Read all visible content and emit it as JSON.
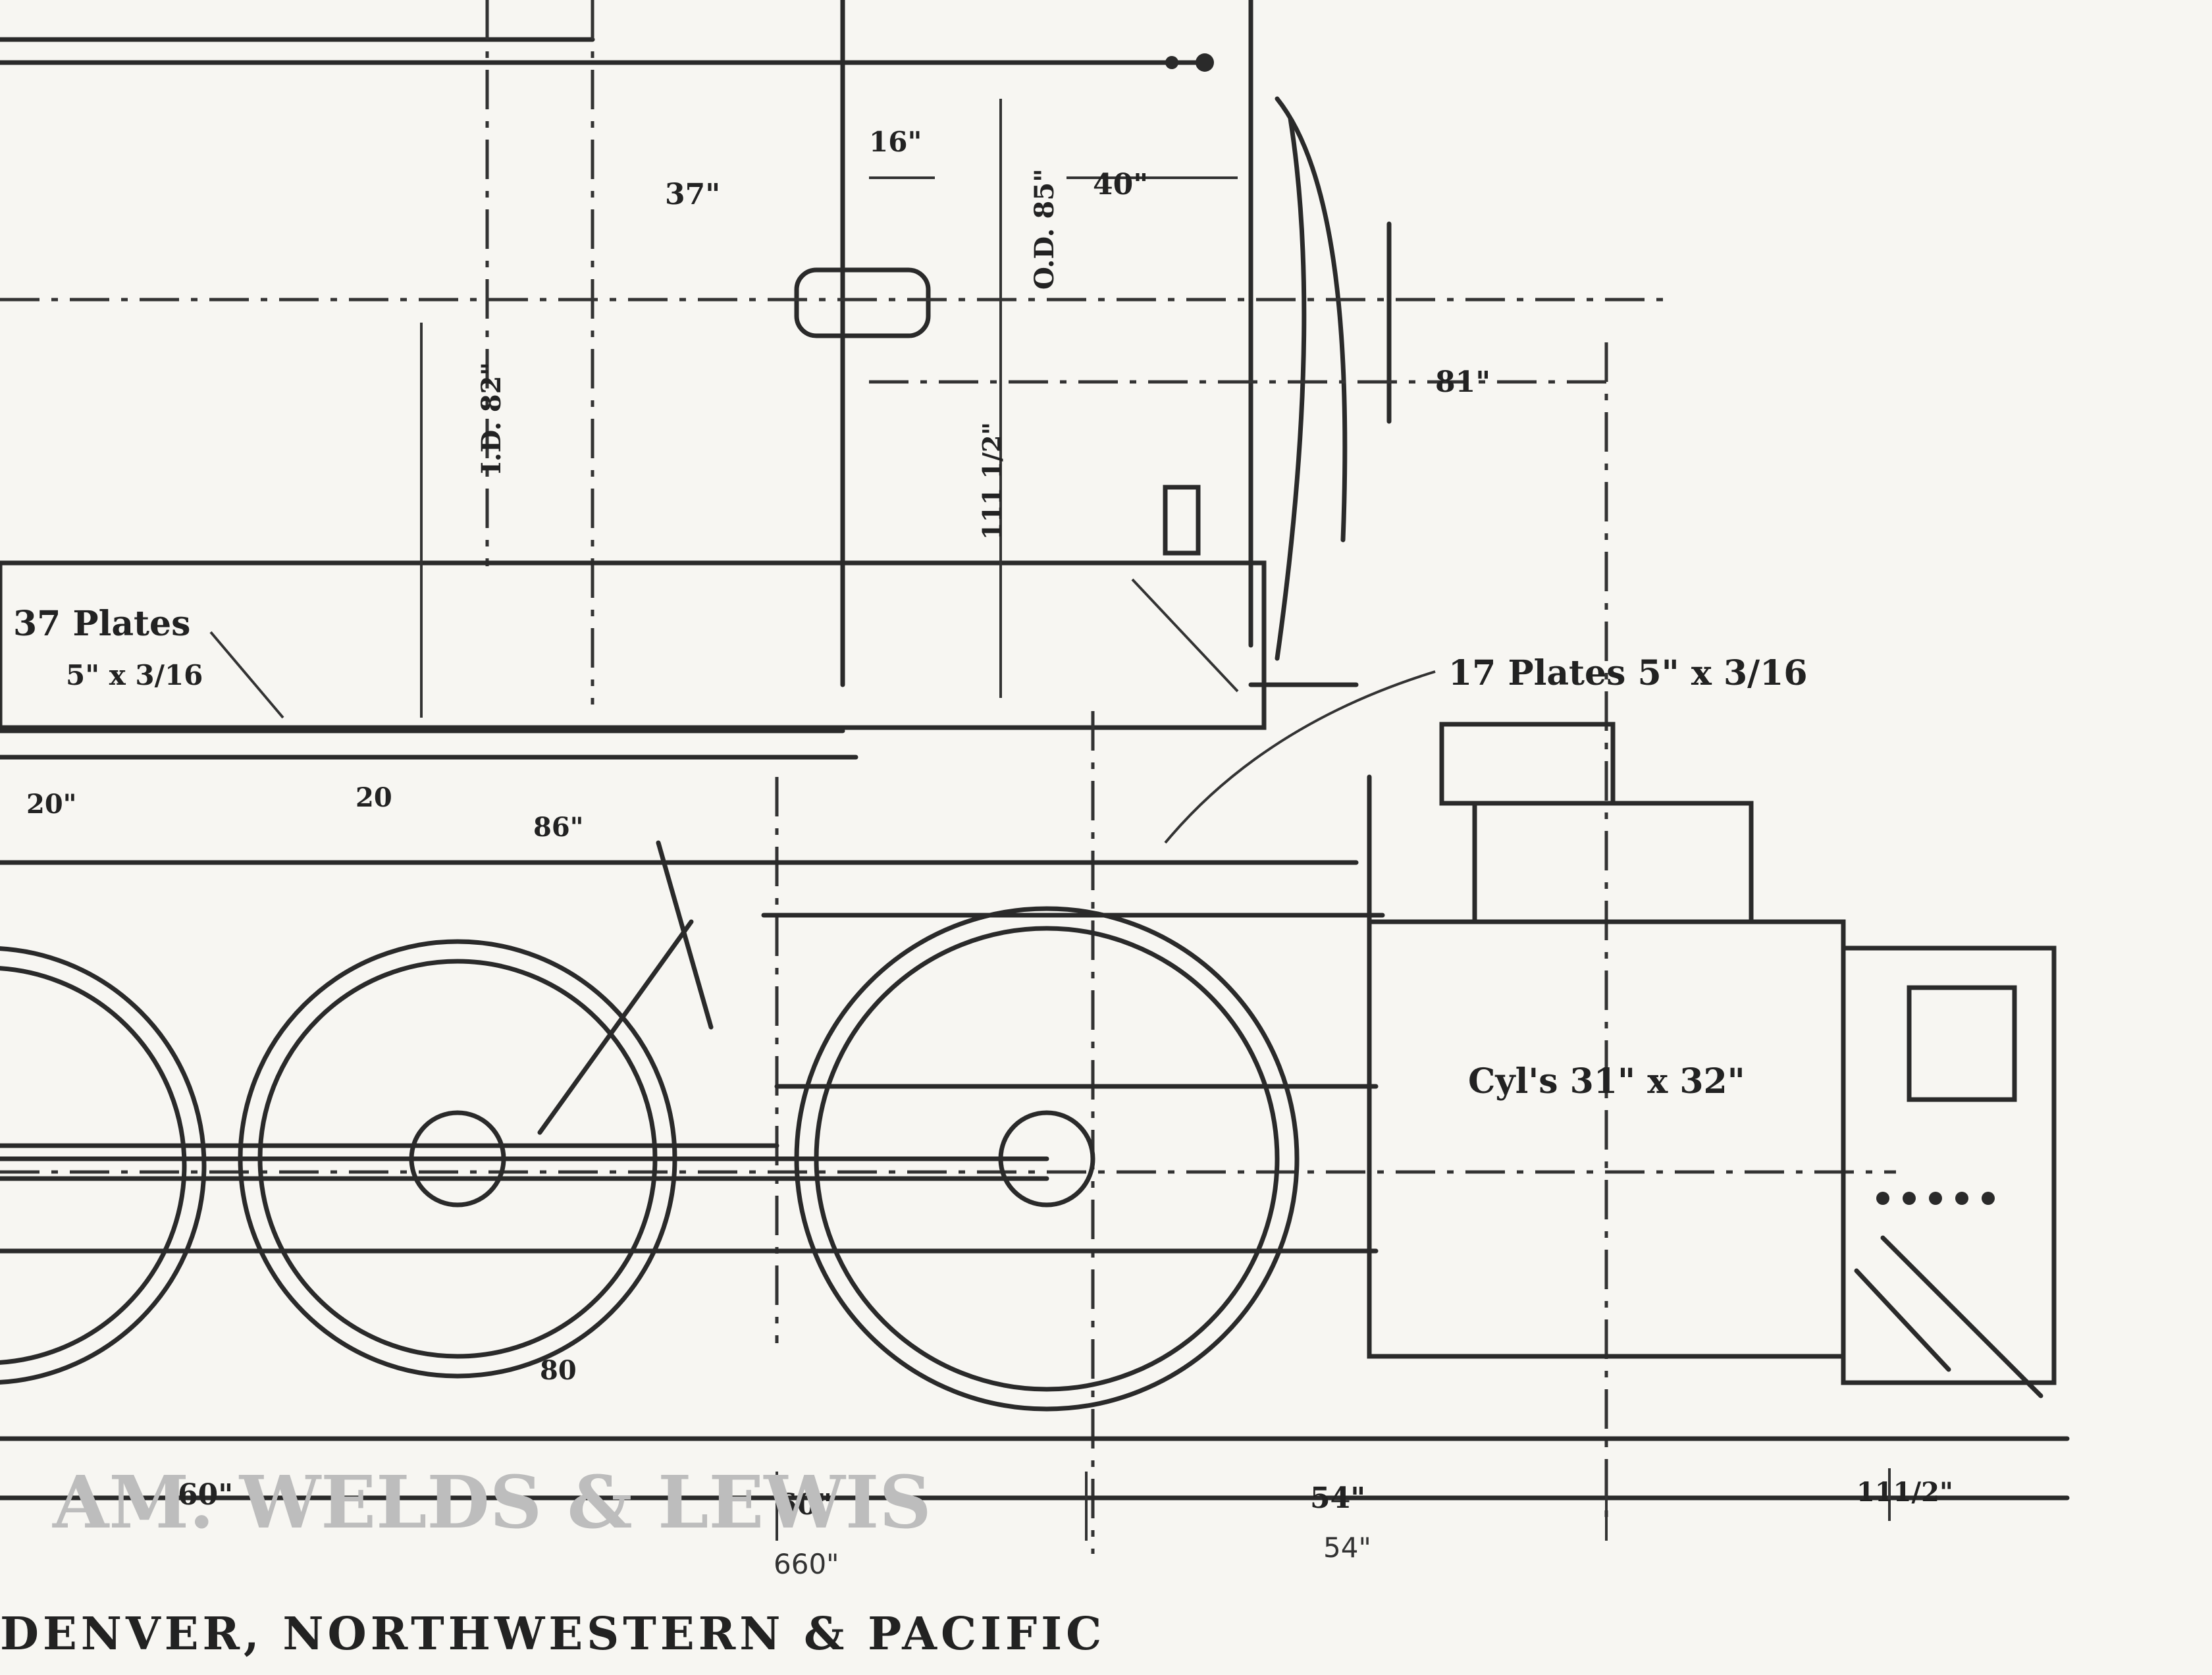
{
  "colors": {
    "ink": "#2a2a2a",
    "paper": "#f7f6f2",
    "ghost": "#bdbdbd"
  },
  "labels": {
    "plates_left_a": "37 Plates",
    "plates_left_b": "5\" x 3/16",
    "plates_right": "17 Plates 5\" x 3/16",
    "cylinders": "Cyl's 31\" x 32\"",
    "dim_16": "16\"",
    "dim_od": "O.D. 85\"",
    "dim_40": "40\"",
    "dim_37": "37\"",
    "dim_id": "I.D. 82\"",
    "dim_81": "81\"",
    "dim_20a": "20\"",
    "dim_20b": "20",
    "dim_86": "86\"",
    "dim_80": "80",
    "dim_60a": "60\"",
    "dim_60b": "60\"",
    "dim_54": "54\"",
    "dim_111": "111 1/2\"",
    "dim_right": "111/2\"",
    "hand_600": "660\"",
    "hand_54": "54\"",
    "title": "DENVER, NORTHWESTERN & PACIFIC",
    "ghost_text": "AM. WELDS & LEWIS"
  }
}
